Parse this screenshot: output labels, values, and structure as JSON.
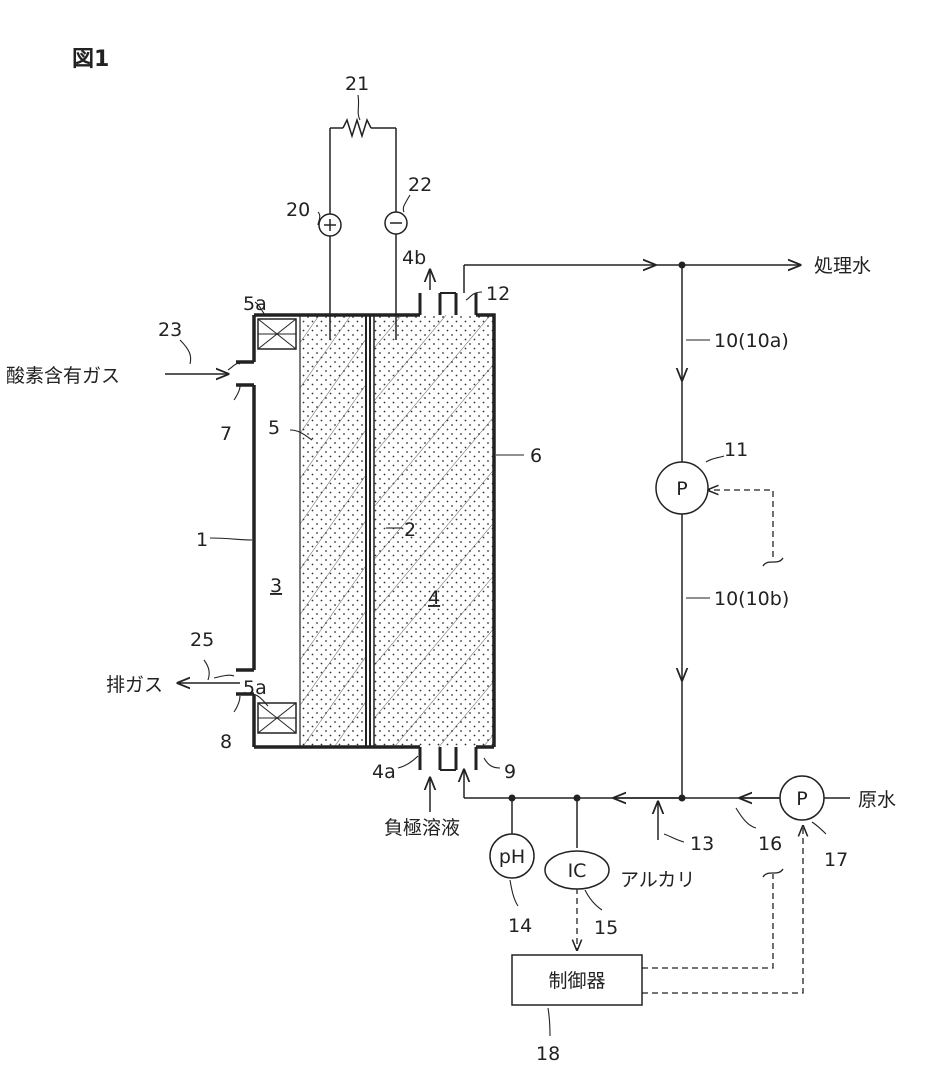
{
  "figure": {
    "title": "図1",
    "labels": {
      "n21": "21",
      "n20": "20",
      "n22": "22",
      "n4b": "4b",
      "n12": "12",
      "n5a_top": "5a",
      "n23": "23",
      "n7": "7",
      "n5": "5",
      "n6": "6",
      "n2": "2",
      "n1": "1",
      "n3": "3",
      "n4": "4",
      "n25": "25",
      "n5a_bot": "5a",
      "n8": "8",
      "n4a": "4a",
      "n9": "9",
      "n10a": "10(10a)",
      "n11": "11",
      "n10b": "10(10b)",
      "n13": "13",
      "n16": "16",
      "n17": "17",
      "n14": "14",
      "n15": "15",
      "n18": "18"
    },
    "texts": {
      "oxygen_gas": "酸素含有ガス",
      "exhaust_gas": "排ガス",
      "treated_water": "処理水",
      "raw_water": "原水",
      "anode_solution": "負極溶液",
      "alkali": "アルカリ",
      "controller": "制御器"
    },
    "symbols": {
      "pump_top": "P",
      "pump_right": "P",
      "ph_sensor": "pH",
      "ic_sensor": "IC",
      "plus": "+",
      "minus": "−"
    }
  }
}
